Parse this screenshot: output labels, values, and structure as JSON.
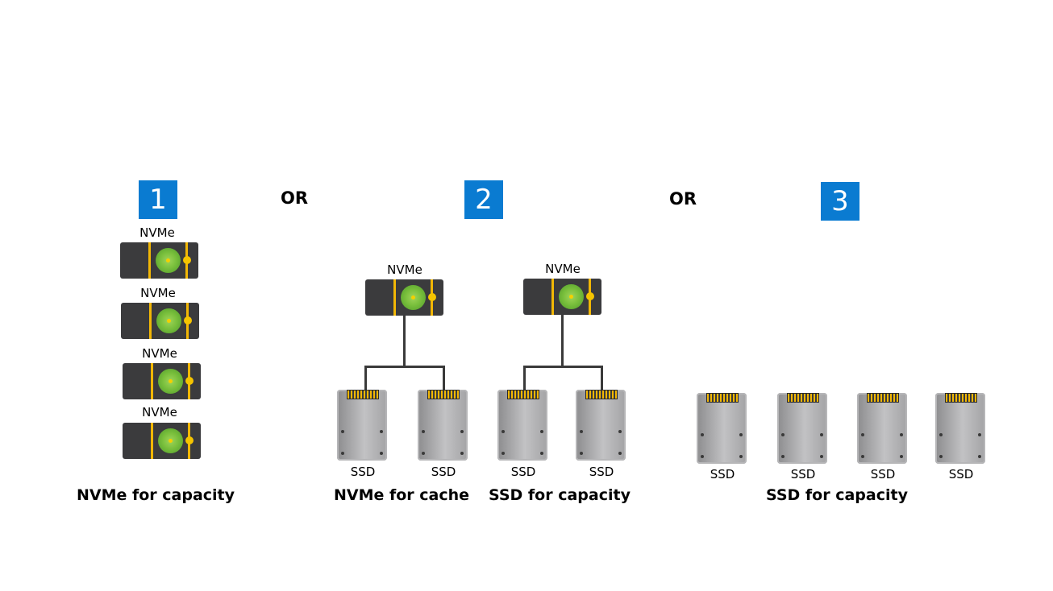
{
  "badges": [
    "1",
    "2",
    "3"
  ],
  "separators": [
    "OR",
    "OR"
  ],
  "option1": {
    "drive_labels": [
      "NVMe",
      "NVMe",
      "NVMe",
      "NVMe"
    ],
    "caption": "NVMe for capacity"
  },
  "option2": {
    "cache_labels": [
      "NVMe",
      "NVMe"
    ],
    "ssd_labels": [
      "SSD",
      "SSD",
      "SSD",
      "SSD"
    ],
    "caption_cache": "NVMe for cache",
    "caption_capacity": "SSD for capacity"
  },
  "option3": {
    "ssd_labels": [
      "SSD",
      "SSD",
      "SSD",
      "SSD"
    ],
    "caption": "SSD for capacity"
  },
  "colors": {
    "badge": "#0a7bd1",
    "drive_body": "#3b3b3d",
    "accent": "#f2b705",
    "disk": "#79bf3c"
  }
}
